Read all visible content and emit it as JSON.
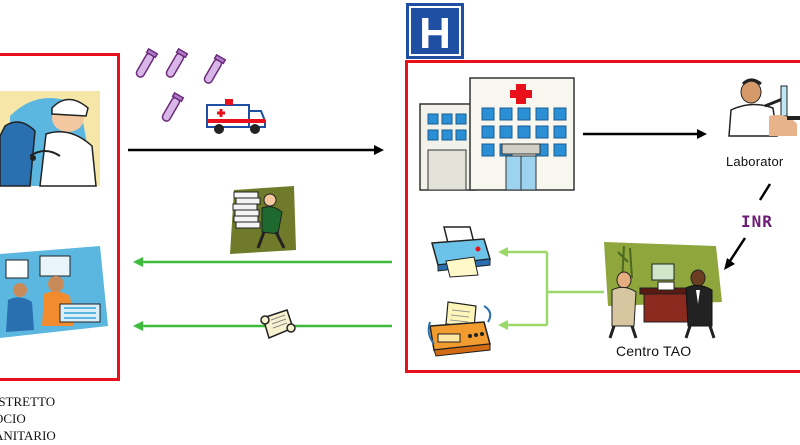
{
  "hospital_sign": {
    "letter": "H",
    "color": "#1e4fa3"
  },
  "labels": {
    "district": [
      "ISTRETTO",
      "OCIO",
      "ANITARIO"
    ],
    "laboratory": "Laborator",
    "tao_center": "Centro TAO",
    "inr": "INR"
  },
  "colors": {
    "box_border": "#e8101b",
    "black_arrow": "#000000",
    "green_arrow": "#3dbb3d",
    "light_green_arrow": "#9ad86a",
    "inr_text": "#6b1b73"
  },
  "icons": {
    "nurse": "nurse-patient-clipart",
    "office": "office-workers-clipart",
    "test_tubes": "test-tubes-clipart",
    "ambulance": "ambulance-clipart",
    "hospital": "hospital-building-clipart",
    "scientist": "lab-scientist-clipart",
    "documents": "man-carrying-documents-clipart",
    "scroll": "scroll-document-clipart",
    "printer": "printer-clipart",
    "fax": "fax-machine-clipart",
    "meeting": "doctor-meeting-clipart"
  }
}
